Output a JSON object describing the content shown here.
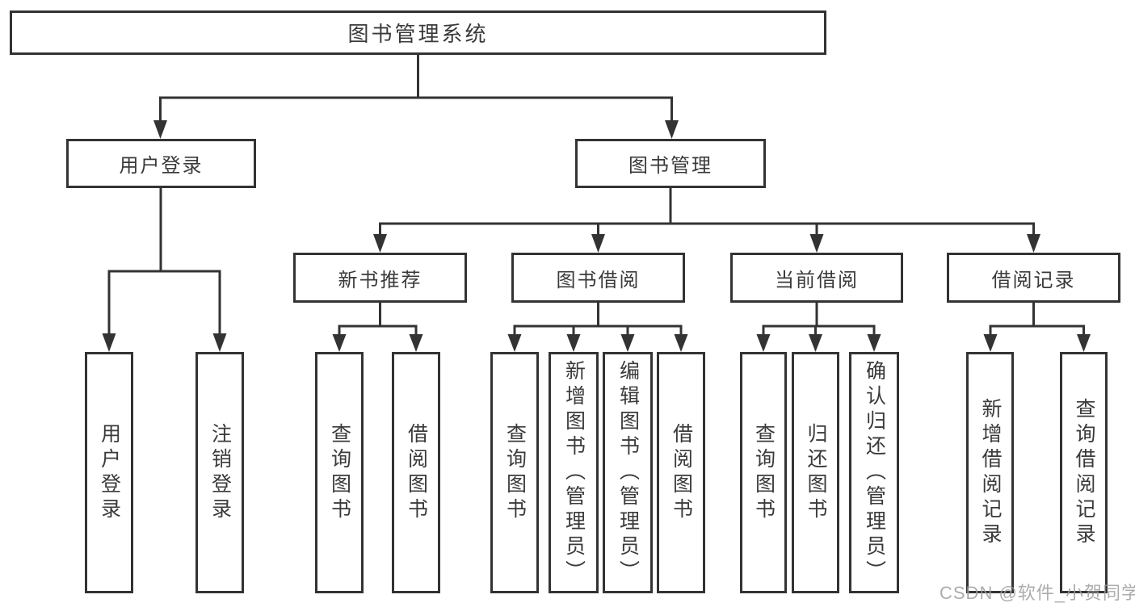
{
  "watermark": "CSDN @软件_小贺同学",
  "colors": {
    "line": "#333333",
    "text": "#3a3a3a",
    "box_background": "#ffffff",
    "watermark": "#9e9e9e"
  },
  "tree": {
    "root": {
      "label": "图书管理系统"
    },
    "children": [
      {
        "label": "用户登录",
        "children": [
          {
            "label": "用户登录"
          },
          {
            "label": "注销登录"
          }
        ]
      },
      {
        "label": "图书管理",
        "children": [
          {
            "label": "新书推荐",
            "children": [
              {
                "label": "查询图书"
              },
              {
                "label": "借阅图书"
              }
            ]
          },
          {
            "label": "图书借阅",
            "children": [
              {
                "label": "查询图书"
              },
              {
                "label": "新增图书（管理员）"
              },
              {
                "label": "编辑图书（管理员）"
              },
              {
                "label": "借阅图书"
              }
            ]
          },
          {
            "label": "当前借阅",
            "children": [
              {
                "label": "查询图书"
              },
              {
                "label": "归还图书"
              },
              {
                "label": "确认归还（管理员）"
              }
            ]
          },
          {
            "label": "借阅记录",
            "children": [
              {
                "label": "新增借阅记录"
              },
              {
                "label": "查询借阅记录"
              }
            ]
          }
        ]
      }
    ]
  }
}
